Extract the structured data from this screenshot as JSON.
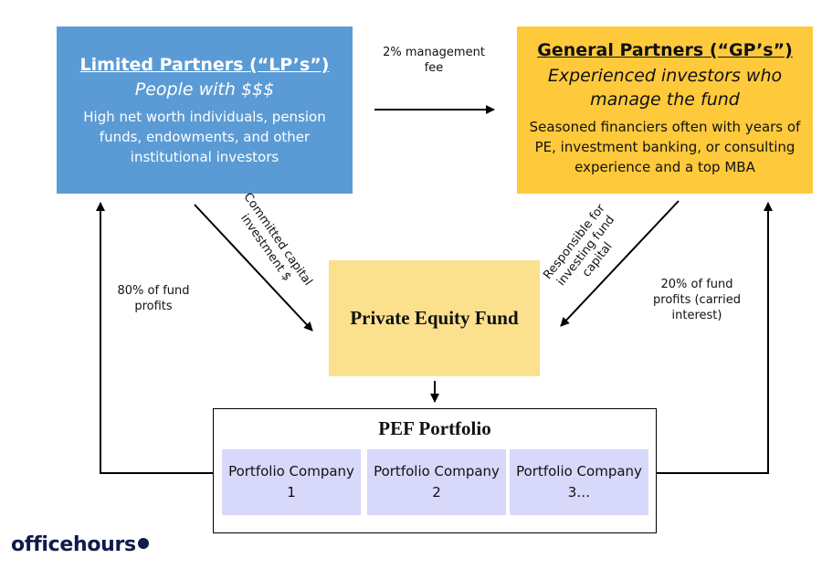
{
  "lp": {
    "title": "Limited Partners (“LP’s”)",
    "subtitle": "People with $$$",
    "description": "High net worth individuals, pension funds, endowments, and other institutional investors",
    "color": "#5b9bd5"
  },
  "gp": {
    "title": "General Partners (“GP’s”)",
    "subtitle": "Experienced investors who manage the fund",
    "description": "Seasoned financiers often with years of PE, investment banking, or consulting experience and a top MBA",
    "color": "#ffc93c"
  },
  "fund": {
    "label": "Private Equity Fund",
    "color": "#fbe08e"
  },
  "portfolio": {
    "title": "PEF Portfolio",
    "companies": [
      "Portfolio Company 1",
      "Portfolio Company 2",
      "Portfolio Company 3…"
    ],
    "company_color": "#d7d8fa"
  },
  "flows": {
    "management_fee": "2% management fee",
    "committed_capital": "Committed capital investment $",
    "responsible": "Responsible for investing fund capital",
    "lp_profits": "80% of fund profits",
    "gp_profits": "20% of fund profits (carried interest)"
  },
  "logo": {
    "text": "officehours",
    "icon": "clock-icon"
  }
}
